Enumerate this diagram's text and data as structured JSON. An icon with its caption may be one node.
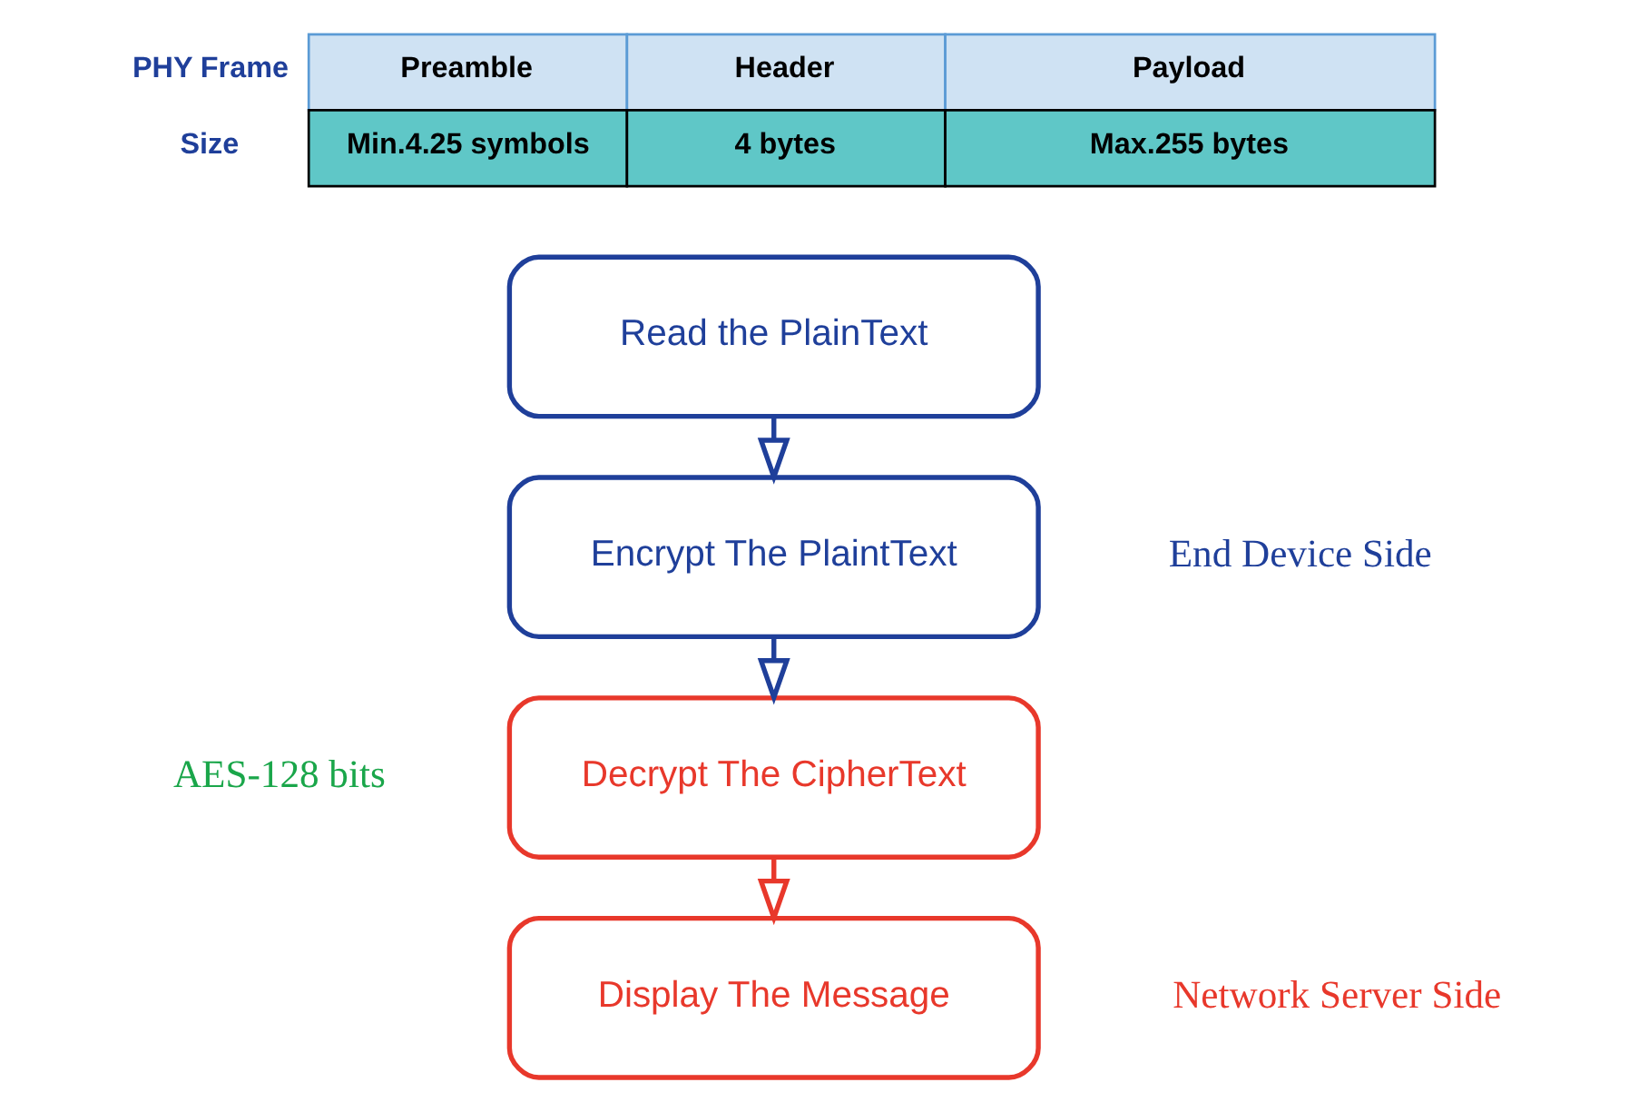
{
  "diagram": {
    "nodes": [
      {
        "text": [
          "Read the PlainText"
        ]
      },
      {
        "text": [
          "Encrypt The PlaintText"
        ]
      },
      {
        "text": [
          "Decrypt The CipherText"
        ]
      },
      {
        "text": [
          "Display The Message"
        ]
      }
    ],
    "edges": [
      {
        "from": 0,
        "to": 1,
        "arrow": "to"
      },
      {
        "from": 1,
        "to": 2,
        "arrow": "to"
      },
      {
        "from": 2,
        "to": 3,
        "arrow": "to",
        "color": "#e8382b"
      }
    ],
    "labels": [
      "PHY Frame",
      "Preamble",
      "Header",
      "Payload",
      "Size",
      "Min.4.25 symbols",
      "4 bytes",
      "Max.255 bytes",
      "End Device Side",
      "AES-128 bits",
      "Network Server Side"
    ]
  }
}
